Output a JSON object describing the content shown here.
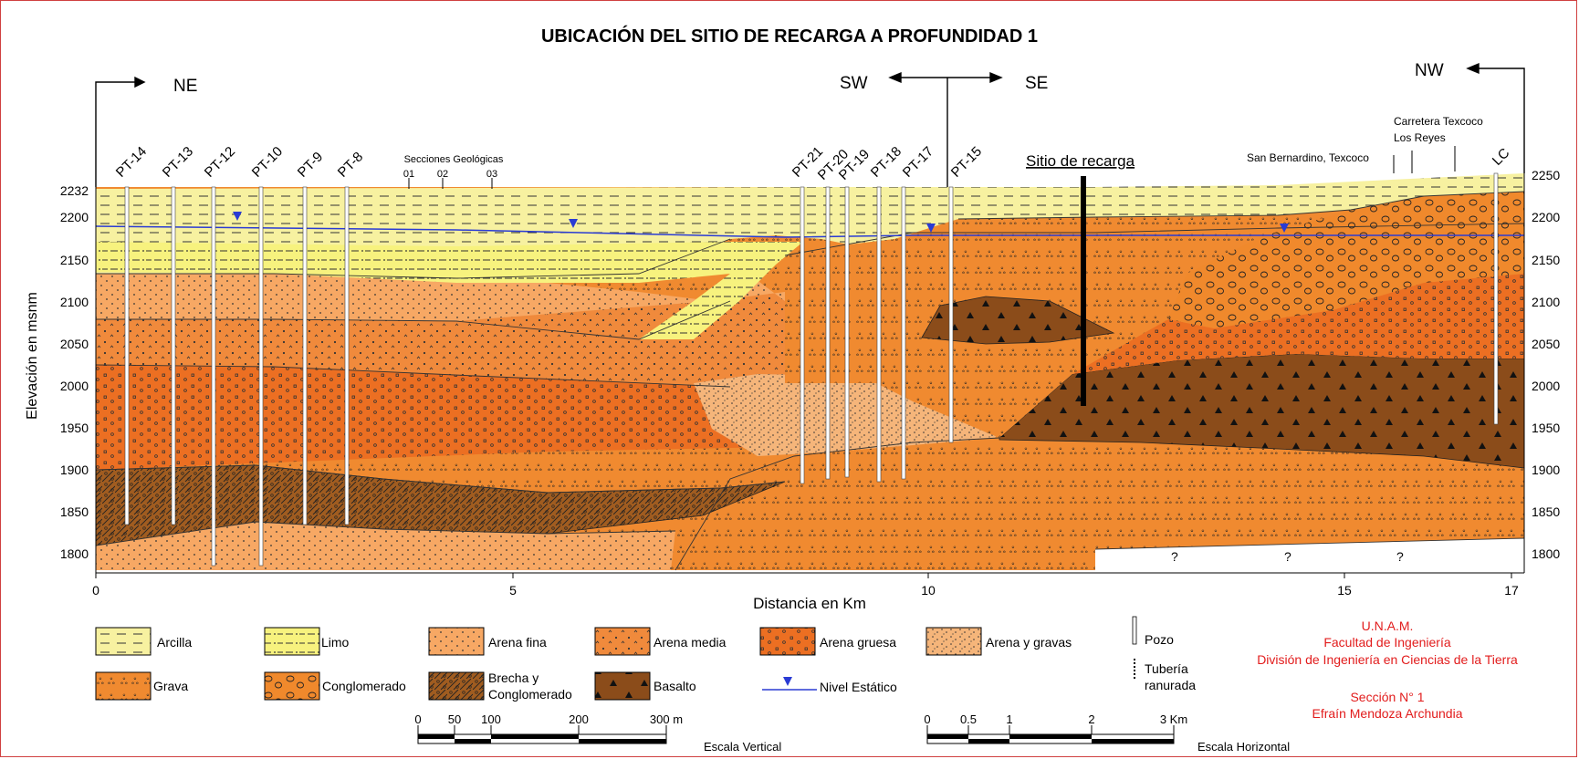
{
  "title": "UBICACIÓN DEL SITIO DE RECARGA A PROFUNDIDAD 1",
  "axes": {
    "y_label": "Elevación en msnm",
    "x_label": "Distancia en Km",
    "y_ticks_left": [
      "2232",
      "2200",
      "2150",
      "2100",
      "2050",
      "2000",
      "1950",
      "1900",
      "1850",
      "1800"
    ],
    "y_ticks_right": [
      "2250",
      "2200",
      "2150",
      "2100",
      "2050",
      "2000",
      "1950",
      "1900",
      "1850",
      "1800"
    ],
    "x_ticks": [
      "0",
      "5",
      "10",
      "15",
      "17"
    ]
  },
  "directions": {
    "ne": "NE",
    "sw": "SW",
    "se": "SE",
    "nw": "NW"
  },
  "wells": [
    "PT-14",
    "PT-13",
    "PT-12",
    "PT-10",
    "PT-9",
    "PT-8",
    "PT-21",
    "PT-20",
    "PT-19",
    "PT-18",
    "PT-17",
    "PT-15",
    "LC"
  ],
  "geo_sections": {
    "label": "Secciones Geológicas",
    "items": [
      "01",
      "02",
      "03"
    ]
  },
  "recharge_site": "Sitio de recarga",
  "places": {
    "san_bernardino": "San Bernardino, Texcoco",
    "carretera_1": "Carretera Texcoco",
    "carretera_2": "Los Reyes"
  },
  "unknown_marks": [
    "?",
    "?",
    "?"
  ],
  "legend": {
    "arcilla": "Arcilla",
    "limo": "Limo",
    "arena_fina": "Arena fina",
    "arena_media": "Arena media",
    "arena_gruesa": "Arena gruesa",
    "arena_gravas": "Arena y gravas",
    "grava": "Grava",
    "conglomerado": "Conglomerado",
    "brecha_1": "Brecha y",
    "brecha_2": "Conglomerado",
    "basalto": "Basalto",
    "nivel": "Nivel Estático",
    "pozo": "Pozo",
    "tuberia_1": "Tubería",
    "tuberia_2": "ranurada"
  },
  "credits": {
    "line1": "U.N.A.M.",
    "line2": "Facultad de Ingeniería",
    "line3": "División de Ingeniería en Ciencias de la Tierra",
    "line4": "Sección N° 1",
    "line5": "Efraín Mendoza Archundia"
  },
  "scale_vertical": {
    "ticks": [
      "0",
      "50",
      "100",
      "200",
      "300 m"
    ],
    "label": "Escala Vertical"
  },
  "scale_horizontal": {
    "ticks": [
      "0",
      "0.5",
      "1",
      "2",
      "3 Km"
    ],
    "label": "Escala Horizontal"
  },
  "colors": {
    "clay": "#f7f1a0",
    "silt": "#f7f17a",
    "sand_fine": "#f7a864",
    "sand_mid": "#f28a3a",
    "sand_coarse": "#ec6d1c",
    "gravel": "#f08a30",
    "breccia": "#8a4a14",
    "basalt": "#8b4c1a",
    "water": "#2a3bd4",
    "credits": "#e21c1c"
  }
}
